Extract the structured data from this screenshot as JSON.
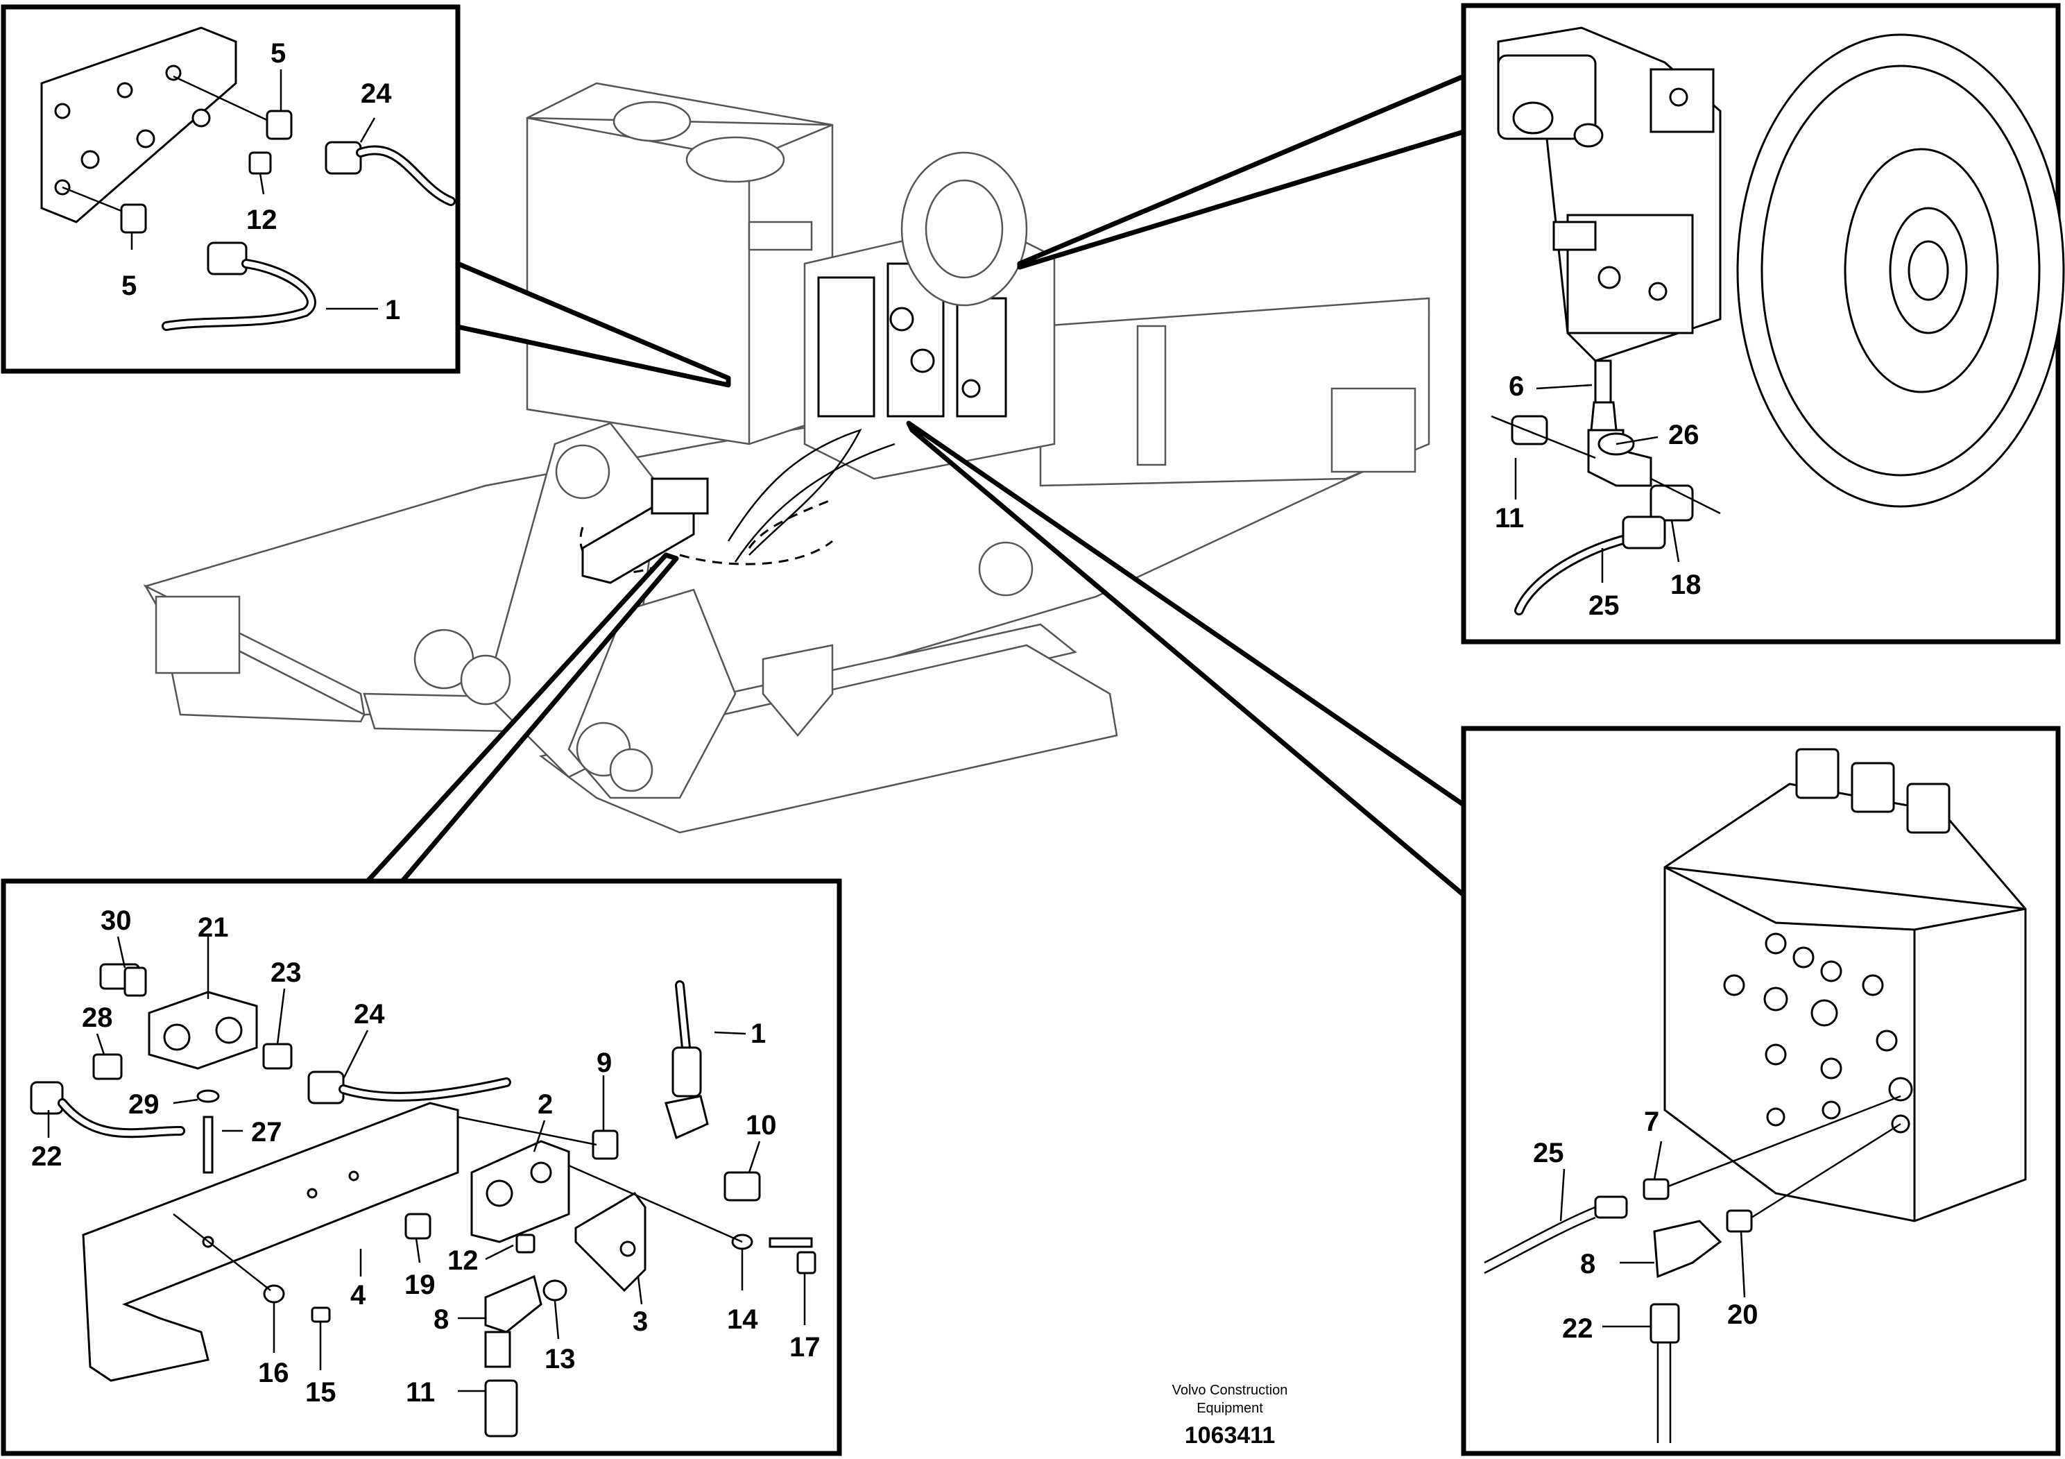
{
  "figure": {
    "publisher_line1": "Volvo Construction",
    "publisher_line2": "Equipment",
    "figure_number": "1063411"
  },
  "callouts": {
    "top_left": [
      "5",
      "24",
      "12",
      "5",
      "1"
    ],
    "top_right": [
      "6",
      "26",
      "11",
      "18",
      "25"
    ],
    "bottom_left": [
      "30",
      "21",
      "23",
      "24",
      "28",
      "29",
      "27",
      "22",
      "2",
      "9",
      "1",
      "10",
      "4",
      "19",
      "12",
      "8",
      "13",
      "3",
      "14",
      "17",
      "16",
      "15",
      "11"
    ],
    "bottom_right": [
      "7",
      "25",
      "8",
      "20",
      "22"
    ]
  },
  "icons": [
    "hydraulic-fitting-icon",
    "hose-icon",
    "valve-block-icon",
    "pump-icon",
    "elbow-fitting-icon",
    "bracket-icon"
  ]
}
